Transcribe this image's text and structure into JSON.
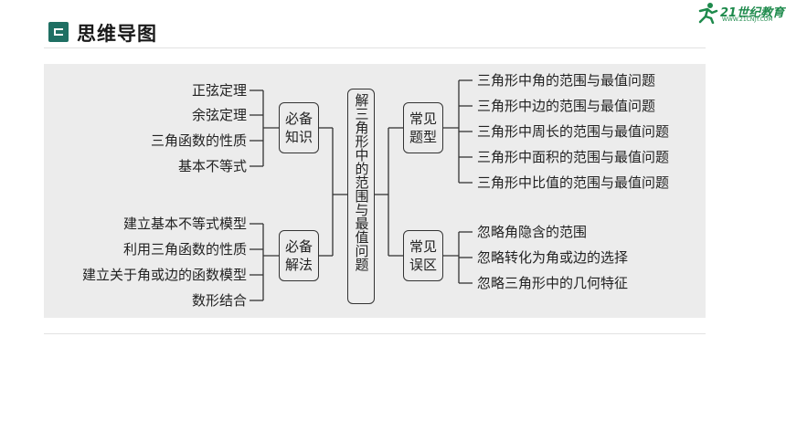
{
  "header": {
    "title": "思维导图",
    "logo_text": "21世纪教育",
    "logo_sub": "WWW.21CNJY.COM"
  },
  "colors": {
    "accent": "#1f6f63",
    "panel_bg": "#ececec",
    "line": "#333333",
    "logo": "#1e8a4c"
  },
  "center": {
    "label": "解三角形中的范围与最值问题"
  },
  "left_groups": [
    {
      "box": [
        "必备",
        "知识"
      ],
      "items": [
        "正弦定理",
        "余弦定理",
        "三角函数的性质",
        "基本不等式"
      ]
    },
    {
      "box": [
        "必备",
        "解法"
      ],
      "items": [
        "建立基本不等式模型",
        "利用三角函数的性质",
        "建立关于角或边的函数模型",
        "数形结合"
      ]
    }
  ],
  "right_groups": [
    {
      "box": [
        "常见",
        "题型"
      ],
      "items": [
        "三角形中角的范围与最值问题",
        "三角形中边的范围与最值问题",
        "三角形中周长的范围与最值问题",
        "三角形中面积的范围与最值问题",
        "三角形中比值的范围与最值问题"
      ]
    },
    {
      "box": [
        "常见",
        "误区"
      ],
      "items": [
        "忽略角隐含的范围",
        "忽略转化为角或边的选择",
        "忽略三角形中的几何特征"
      ]
    }
  ]
}
